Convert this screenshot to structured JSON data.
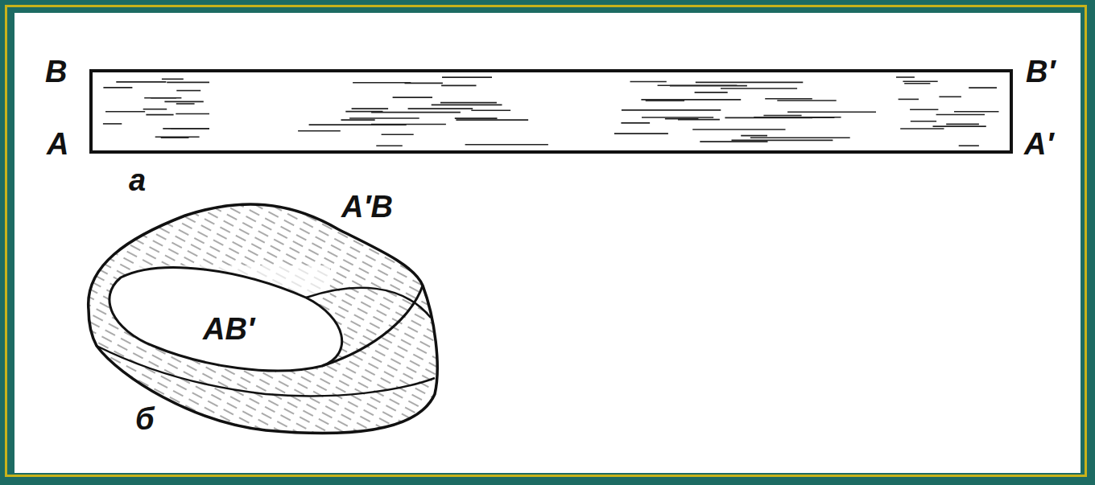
{
  "diagram": {
    "labels": [
      "B",
      "A",
      "B′",
      "A′",
      "а",
      "A′B",
      "AB′",
      "б"
    ]
  }
}
